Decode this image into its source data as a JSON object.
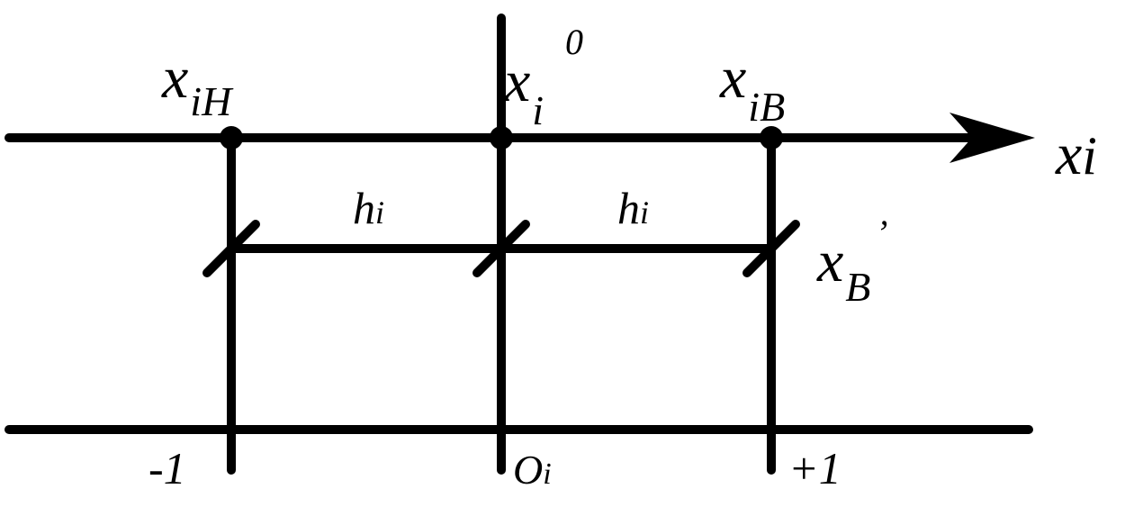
{
  "diagram": {
    "axis_label": {
      "base": "x",
      "sub": "i"
    },
    "points": {
      "lower": {
        "base": "x",
        "sub": "iH"
      },
      "center": {
        "base": "x",
        "sub": "i",
        "sup": "0"
      },
      "upper": {
        "base": "x",
        "sub": "iB"
      }
    },
    "interval": {
      "base": "h",
      "sub": "i"
    },
    "coded": {
      "base": "x",
      "sub": "B",
      "sup": "’"
    },
    "scale": {
      "minus": "-1",
      "origin": {
        "base": "O",
        "sub": "i"
      },
      "plus": "+1"
    }
  }
}
